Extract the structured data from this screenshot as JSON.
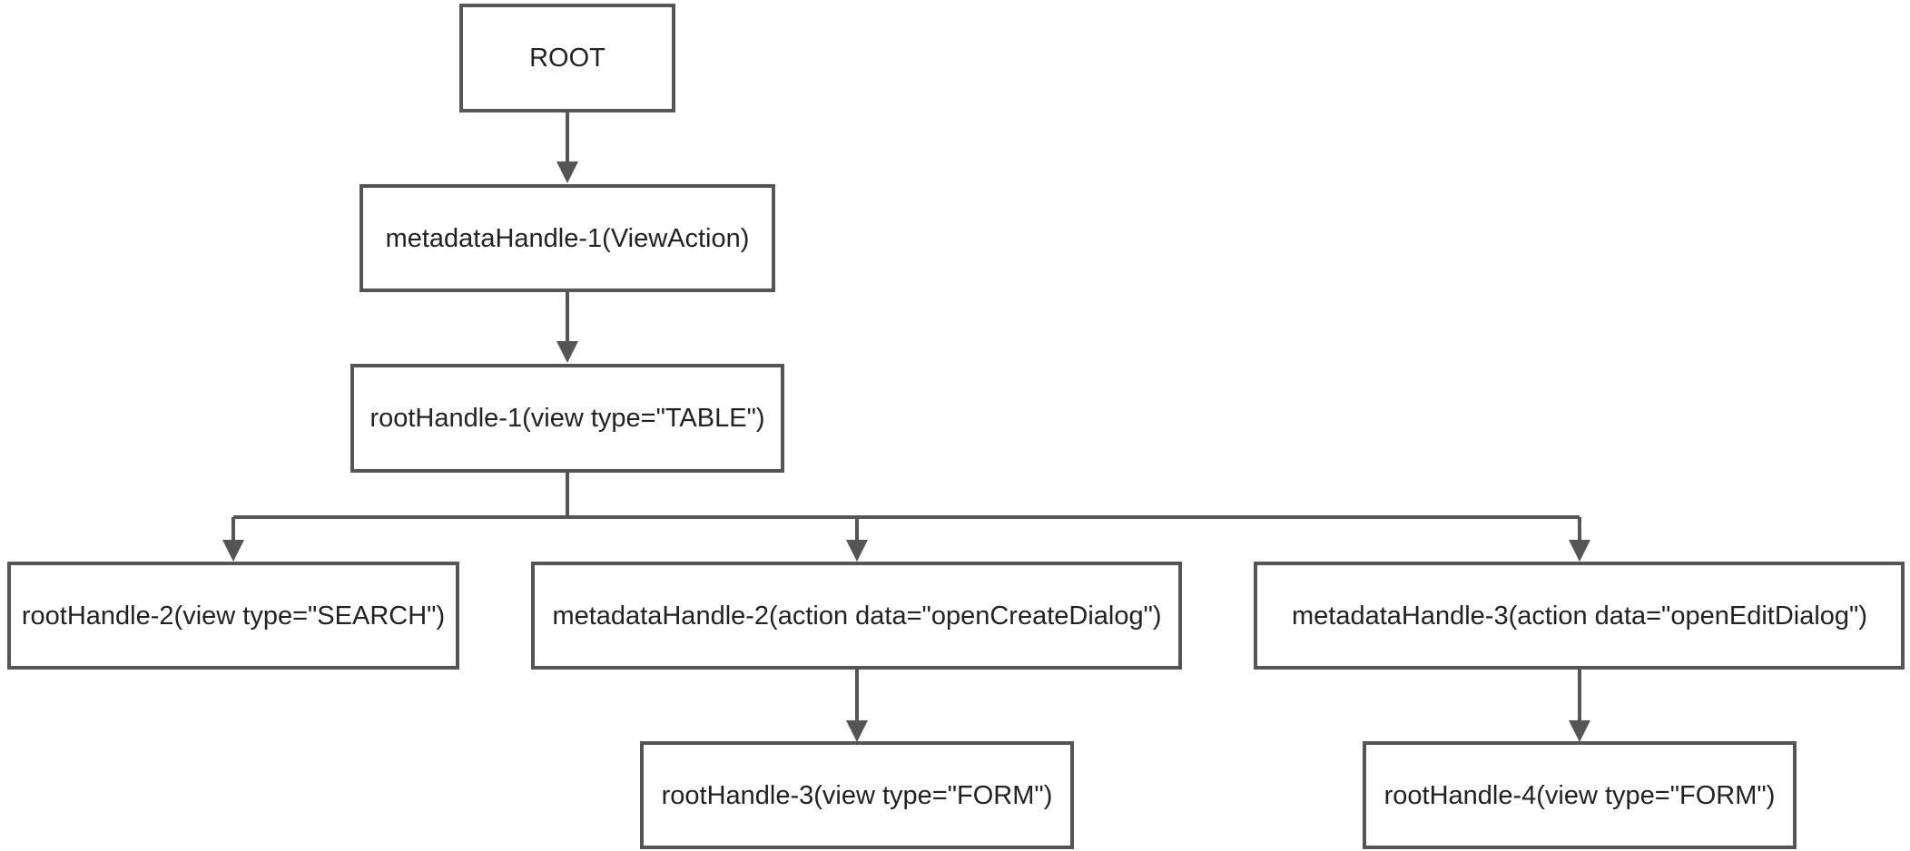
{
  "diagram": {
    "nodes": {
      "root": "ROOT",
      "metadata_handle_1": "metadataHandle-1(ViewAction)",
      "root_handle_1": "rootHandle-1(view type=\"TABLE\")",
      "root_handle_2": "rootHandle-2(view type=\"SEARCH\")",
      "metadata_handle_2": "metadataHandle-2(action data=\"openCreateDialog\")",
      "metadata_handle_3": "metadataHandle-3(action data=\"openEditDialog\")",
      "root_handle_3": "rootHandle-3(view type=\"FORM\")",
      "root_handle_4": "rootHandle-4(view type=\"FORM\")"
    },
    "edges": [
      {
        "from": "root",
        "to": "metadata_handle_1"
      },
      {
        "from": "metadata_handle_1",
        "to": "root_handle_1"
      },
      {
        "from": "root_handle_1",
        "to": "root_handle_2"
      },
      {
        "from": "root_handle_1",
        "to": "metadata_handle_2"
      },
      {
        "from": "root_handle_1",
        "to": "metadata_handle_3"
      },
      {
        "from": "metadata_handle_2",
        "to": "root_handle_3"
      },
      {
        "from": "metadata_handle_3",
        "to": "root_handle_4"
      }
    ],
    "colors": {
      "stroke": "#555555",
      "text": "#222222",
      "background": "#ffffff"
    }
  }
}
